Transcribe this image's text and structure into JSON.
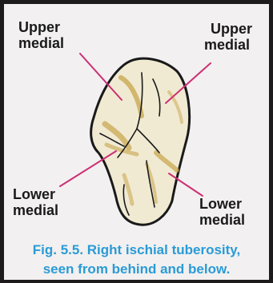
{
  "labels": {
    "upper_medial_left": {
      "line1": "Upper",
      "line2": "medial"
    },
    "upper_medial_right": {
      "line1": "Upper",
      "line2": "medial"
    },
    "lower_medial_left": {
      "line1": "Lower",
      "line2": "medial"
    },
    "lower_medial_right": {
      "line1": "Lower",
      "line2": "medial"
    }
  },
  "caption": {
    "line1": "Fig. 5.5. Right ischial tuberosity,",
    "line2": "seen from behind and below."
  },
  "colors": {
    "background": "#f2f0f0",
    "border": "#1e1b1c",
    "pointer_lines": "#cc2f74",
    "caption": "#2a9bd6",
    "bone_fill": "#f1ead3",
    "bone_shading": "#c7a44a",
    "outline": "#1a1a1a"
  }
}
